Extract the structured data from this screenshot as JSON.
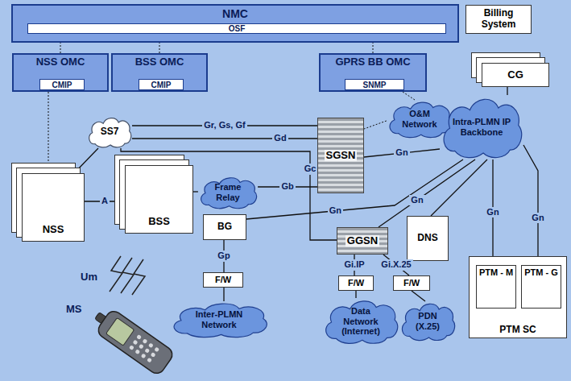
{
  "diagram": {
    "nodes": [
      {
        "text": [
          "NMC"
        ]
      },
      {
        "text": [
          "OSF"
        ],
        "in": 0
      },
      {
        "text": [
          "Billing System"
        ]
      },
      {
        "text": [
          "NSS OMC"
        ]
      },
      {
        "text": [
          "CMIP"
        ],
        "in": 3
      },
      {
        "text": [
          "BSS OMC"
        ]
      },
      {
        "text": [
          "CMIP"
        ],
        "in": 5
      },
      {
        "text": [
          "GPRS BB OMC"
        ]
      },
      {
        "text": [
          "SNMP"
        ],
        "in": 7
      },
      {
        "text": [
          "CG"
        ]
      },
      {
        "text": [
          "SS7"
        ]
      },
      {
        "text": [
          "O&M Network"
        ]
      },
      {
        "text": [
          "Intra-PLMN IP Backbone"
        ]
      },
      {
        "text": [
          "SGSN"
        ]
      },
      {
        "text": [
          "NSS"
        ]
      },
      {
        "text": [
          "BSS"
        ]
      },
      {
        "text": [
          "Frame Relay"
        ]
      },
      {
        "text": [
          "BG"
        ]
      },
      {
        "text": [
          "GGSN"
        ]
      },
      {
        "text": [
          "DNS"
        ]
      },
      {
        "text": [
          "F/W"
        ]
      },
      {
        "text": [
          "F/W"
        ]
      },
      {
        "text": [
          "F/W"
        ]
      },
      {
        "text": [
          "Inter-PLMN Network"
        ]
      },
      {
        "text": [
          "Data Network (Internet)"
        ]
      },
      {
        "text": [
          "PDN (X.25)"
        ]
      },
      {
        "text": [
          "PTM SC"
        ]
      },
      {
        "text": [
          "PTM - M"
        ],
        "in": 26
      },
      {
        "text": [
          "PTM - G"
        ],
        "in": 26
      }
    ],
    "edges": [
      {
        "from": 3,
        "to": 0,
        "arrow": "none"
      },
      {
        "from": 5,
        "to": 0,
        "arrow": "none"
      },
      {
        "from": 7,
        "to": 0,
        "arrow": "none"
      },
      {
        "from": 3,
        "to": 14,
        "arrow": "none"
      },
      {
        "from": 14,
        "to": 10,
        "arrow": "none"
      },
      {
        "from": 10,
        "to": 13,
        "label": "Gr, Gs, Gf",
        "arrow": "none"
      },
      {
        "from": 10,
        "to": 13,
        "label": "Gd",
        "arrow": "none"
      },
      {
        "from": 10,
        "to": 18,
        "label": "Gc",
        "arrow": "none"
      },
      {
        "from": 14,
        "to": 15,
        "label": "A",
        "arrow": "none"
      },
      {
        "from": 15,
        "to": 16,
        "arrow": "none"
      },
      {
        "from": 16,
        "to": 13,
        "label": "Gb",
        "arrow": "none"
      },
      {
        "from": 13,
        "to": 12,
        "label": "Gn",
        "arrow": "none"
      },
      {
        "from": 17,
        "to": 12,
        "label": "Gn",
        "arrow": "none"
      },
      {
        "from": 18,
        "to": 12,
        "label": "Gn",
        "arrow": "none"
      },
      {
        "from": 19,
        "to": 12,
        "arrow": "none"
      },
      {
        "from": 9,
        "to": 12,
        "arrow": "none"
      },
      {
        "from": 27,
        "to": 12,
        "label": "Gn",
        "arrow": "none"
      },
      {
        "from": 28,
        "to": 12,
        "label": "Gn",
        "arrow": "none"
      },
      {
        "from": 7,
        "to": 11,
        "arrow": "none"
      },
      {
        "from": 11,
        "to": 13,
        "arrow": "none"
      },
      {
        "from": 17,
        "to": 20,
        "label": "Gp",
        "arrow": "none"
      },
      {
        "from": 20,
        "to": 23,
        "arrow": "none"
      },
      {
        "from": 18,
        "to": 21,
        "label": "Gi.IP",
        "arrow": "none"
      },
      {
        "from": 21,
        "to": 24,
        "arrow": "none"
      },
      {
        "from": 18,
        "to": 22,
        "label": "Gi.X.25",
        "arrow": "none"
      },
      {
        "from": 22,
        "to": 25,
        "arrow": "none"
      }
    ],
    "labels": [
      "Um",
      "MS"
    ]
  }
}
